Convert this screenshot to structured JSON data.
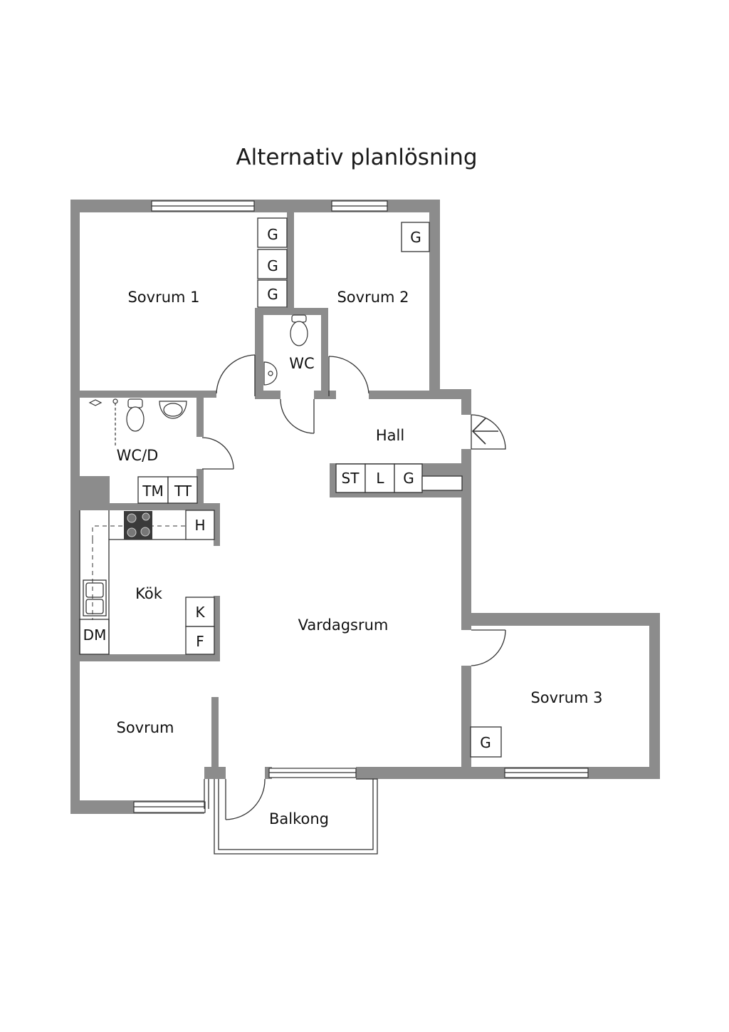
{
  "title": "Alternativ planlösning",
  "colors": {
    "wall": "#8c8c8c",
    "line": "#333333",
    "stove": "#3a3a3a"
  },
  "rooms": {
    "sovrum1": "Sovrum 1",
    "sovrum2": "Sovrum 2",
    "wc": "WC",
    "wcd": "WC/D",
    "hall": "Hall",
    "kok": "Kök",
    "vardagsrum": "Vardagsrum",
    "sovrum3": "Sovrum 3",
    "sovrum": "Sovrum",
    "balkong": "Balkong"
  },
  "storage": {
    "g": "G",
    "st": "ST",
    "l": "L",
    "tm": "TM",
    "tt": "TT",
    "h": "H",
    "k": "K",
    "f": "F",
    "dm": "DM"
  }
}
